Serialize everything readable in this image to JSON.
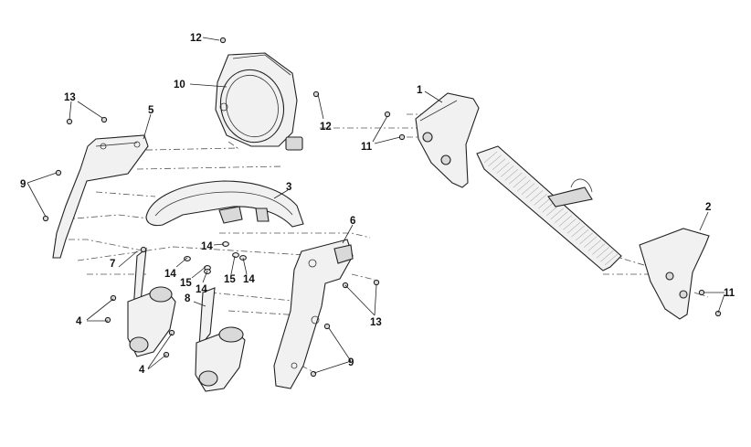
{
  "callouts": {
    "c1": "1",
    "c2": "2",
    "c4a": "4",
    "c4b": "4",
    "c5": "5",
    "c6": "6",
    "c7": "7",
    "c8": "8",
    "c9a": "9",
    "c9b": "9",
    "c10": "10",
    "c11a": "11",
    "c11b": "11",
    "c12a": "12",
    "c12b": "12",
    "c13a": "13",
    "c13b": "13",
    "c14a": "14",
    "c14b": "14",
    "c14c": "14",
    "c14d": "14",
    "c15a": "15",
    "c15b": "15",
    "c3": "3"
  }
}
